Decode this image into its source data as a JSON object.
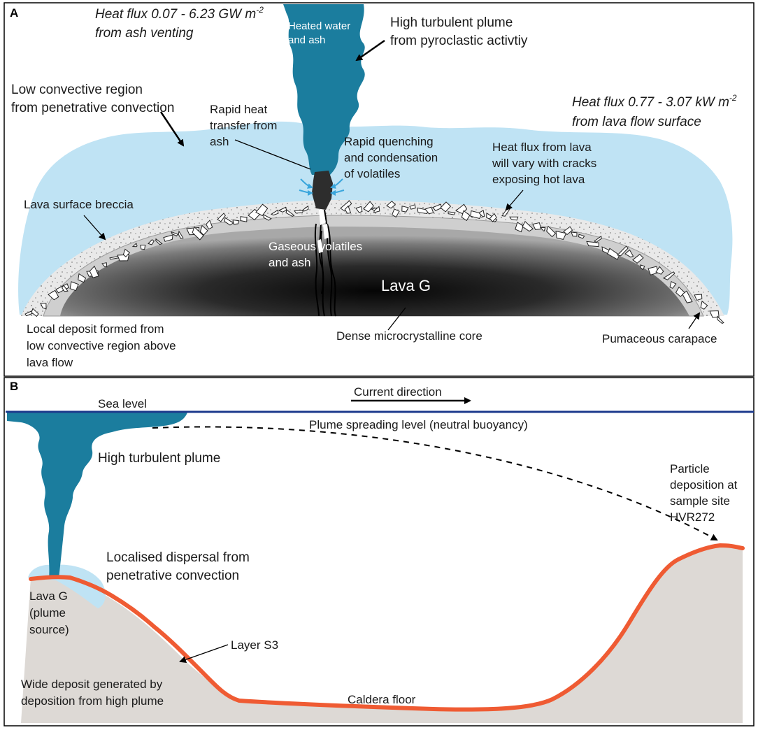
{
  "panel_a": {
    "letter": "A",
    "heat_flux_ash_line1": "Heat flux 0.07 - 6.23 GW m",
    "heat_flux_ash_sup": "-2",
    "heat_flux_ash_line2": "from ash venting",
    "heated_water_line1": "Heated water",
    "heated_water_line2": "and ash",
    "high_plume_line1": "High turbulent plume",
    "high_plume_line2": "from pyroclastic activtiy",
    "low_convective_line1": "Low convective region",
    "low_convective_line2": "from penetrative convection",
    "heat_flux_lava_line1": "Heat flux 0.77 - 3.07 kW m",
    "heat_flux_lava_sup": "-2",
    "heat_flux_lava_line2": "from lava flow surface",
    "rapid_heat_line1": "Rapid heat",
    "rapid_heat_line2": "transfer from",
    "rapid_heat_line3": "ash",
    "quench_line1": "Rapid quenching",
    "quench_line2": "and condensation",
    "quench_line3": "of volatiles",
    "cracks_line1": "Heat flux from lava",
    "cracks_line2": "will vary with cracks",
    "cracks_line3": "exposing hot lava",
    "breccia": "Lava surface breccia",
    "gaseous_line1": "Gaseous volatiles",
    "gaseous_line2": "and ash",
    "lava_g": "Lava G",
    "local_deposit_line1": "Local deposit formed from",
    "local_deposit_line2": "low convective region above",
    "local_deposit_line3": "lava flow",
    "core": "Dense microcrystalline core",
    "carapace": "Pumaceous carapace"
  },
  "panel_b": {
    "letter": "B",
    "current_direction": "Current direction",
    "sea_level": "Sea level",
    "spreading_level": "Plume spreading level (neutral buoyancy)",
    "high_plume": "High turbulent plume",
    "particle_line1": "Particle",
    "particle_line2": "deposition at",
    "particle_line3": "sample site",
    "particle_line4": "HVR272",
    "localised_line1": "Localised dispersal from",
    "localised_line2": "penetrative convection",
    "lava_g_line1": "Lava G",
    "lava_g_line2": "(plume",
    "lava_g_line3": "source)",
    "layer_s3": "Layer S3",
    "wide_line1": "Wide deposit generated by",
    "wide_line2": "deposition from high plume",
    "caldera_floor": "Caldera floor"
  },
  "colors": {
    "plume": "#1b7d9e",
    "convective": "#bfe3f4",
    "layer_s3": "#ef5b33",
    "ground": "#ddd9d5",
    "sea_level": "#1c3a8c"
  }
}
